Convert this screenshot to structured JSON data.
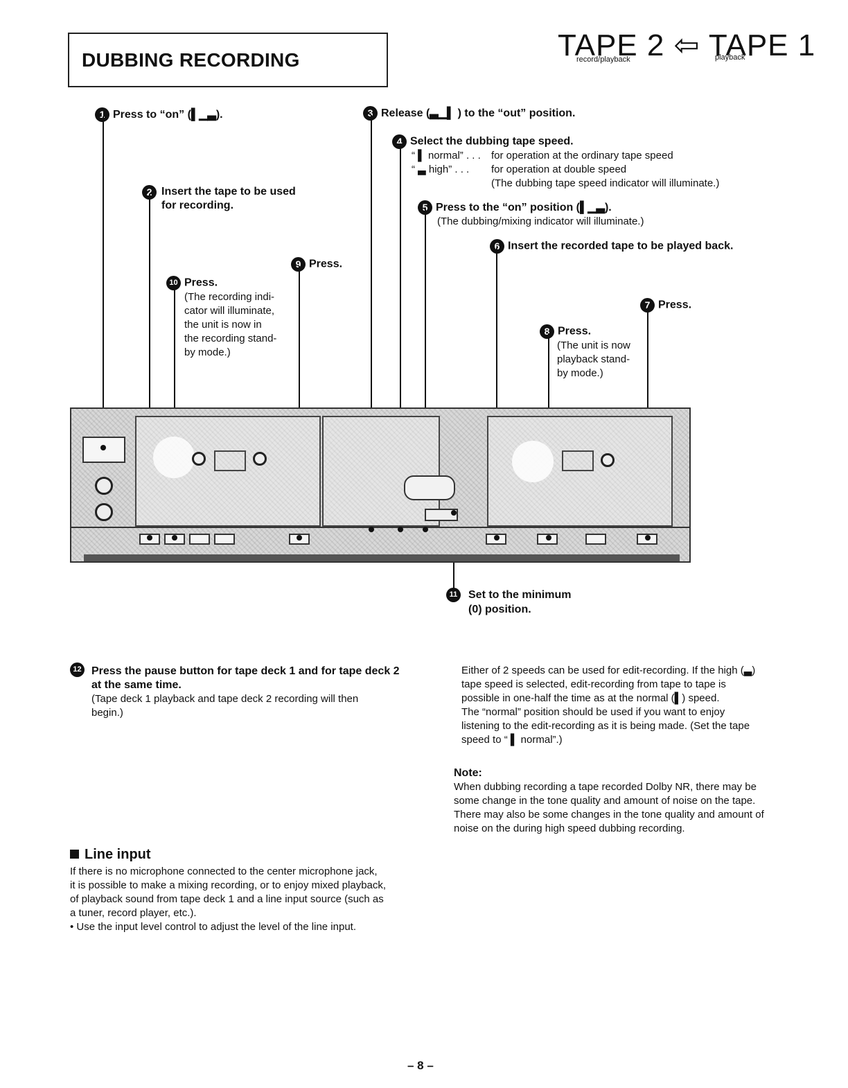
{
  "header": {
    "section_title": "DUBBING RECORDING",
    "tape_diagram": "TAPE 2 ⇦ TAPE 1",
    "tape2_sub": "record/playback",
    "tape1_sub": "playback"
  },
  "steps": {
    "s1": {
      "num": "1",
      "text": "Press to “on” (▌▁▃)."
    },
    "s2": {
      "num": "2",
      "line1": "Insert the tape to be used",
      "line2": "for recording."
    },
    "s3": {
      "num": "3",
      "text": "Release (▃▁▌ ) to the “out” position."
    },
    "s4": {
      "num": "4",
      "text": "Select the dubbing tape speed.",
      "normal_label": "“ ▌ normal” . . .",
      "normal_desc": "for operation at the ordinary tape speed",
      "high_label": "“ ▃ high” . . .",
      "high_desc": "for operation at double speed",
      "note": "(The dubbing tape speed indicator will illuminate.)"
    },
    "s5": {
      "num": "5",
      "text": "Press to the “on” position (▌▁▃).",
      "note": "(The dubbing/mixing indicator will illuminate.)"
    },
    "s6": {
      "num": "6",
      "text": "Insert the recorded tape to be played back."
    },
    "s7": {
      "num": "7",
      "text": "Press."
    },
    "s8": {
      "num": "8",
      "text": "Press.",
      "l1": "(The unit is now",
      "l2": "playback stand-",
      "l3": "by mode.)"
    },
    "s9": {
      "num": "9",
      "text": "Press."
    },
    "s10": {
      "num": "10",
      "text": "Press.",
      "l1": "(The recording indi-",
      "l2": "cator will illuminate,",
      "l3": "the unit is now in",
      "l4": "the recording stand-",
      "l5": "by mode.)"
    },
    "s11": {
      "num": "11",
      "line1": "Set to the minimum",
      "line2": "(0) position."
    },
    "s12": {
      "num": "12",
      "line1": "Press the pause button for tape deck 1 and for tape deck 2",
      "line2": "at the same time.",
      "note1": "(Tape deck 1 playback and tape deck 2 recording will then",
      "note2": "begin.)"
    }
  },
  "info": {
    "l1": "Either of 2 speeds can be used for edit-recording. If the high (▃)",
    "l2": "tape speed is selected, edit-recording from tape to tape is",
    "l3": "possible in one-half the time as at the normal (▌) speed.",
    "l4": "The “normal” position should be used if you want to enjoy",
    "l5": "listening to the edit-recording as it is being made. (Set the tape",
    "l6": "speed to “ ▌ normal”.)"
  },
  "note": {
    "heading": "Note:",
    "l1": "When dubbing recording a tape recorded Dolby NR, there may be",
    "l2": "some change in the tone quality and amount of noise on the tape.",
    "l3": "There may also be some changes in the tone quality and amount of",
    "l4": "noise on the during high speed dubbing recording."
  },
  "line_input": {
    "heading": "Line input",
    "l1": "If there is no microphone connected to the center microphone jack,",
    "l2": "it is possible to make a mixing recording, or to enjoy mixed playback,",
    "l3": "of playback sound from tape deck 1 and a line input source (such as",
    "l4": "a tuner, record player, etc.).",
    "bullet": "• Use the input level control to adjust the level of the line input."
  },
  "page_number": "– 8 –"
}
